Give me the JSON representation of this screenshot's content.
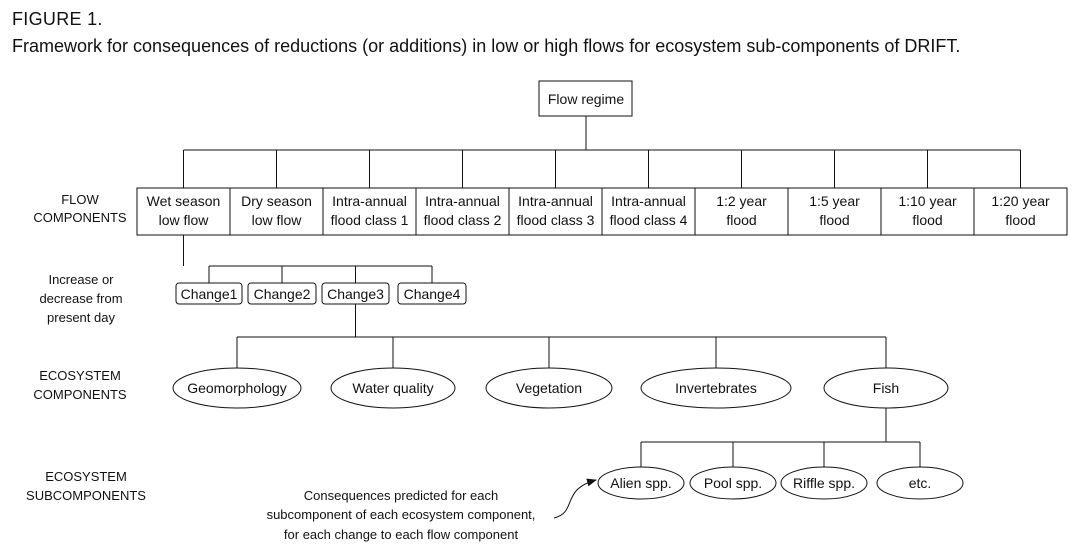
{
  "figure": {
    "label": "FIGURE 1.",
    "caption": "Framework for consequences of reductions (or additions) in low or high flows for ecosystem sub-components of DRIFT."
  },
  "diagram": {
    "root": "Flow regime",
    "row_labels": {
      "flow_components": [
        "FLOW",
        "COMPONENTS"
      ],
      "increase_decrease": [
        "Increase or",
        "decrease from",
        "present day"
      ],
      "ecosystem_components": [
        "ECOSYSTEM",
        "COMPONENTS"
      ],
      "ecosystem_subcomponents": [
        "ECOSYSTEM",
        "SUBCOMPONENTS"
      ]
    },
    "flow_components": [
      [
        "Wet season",
        "low flow"
      ],
      [
        "Dry season",
        "low flow"
      ],
      [
        "Intra-annual",
        "flood class 1"
      ],
      [
        "Intra-annual",
        "flood class 2"
      ],
      [
        "Intra-annual",
        "flood class 3"
      ],
      [
        "Intra-annual",
        "flood class 4"
      ],
      [
        "1:2 year",
        "flood"
      ],
      [
        "1:5 year",
        "flood"
      ],
      [
        "1:10 year",
        "flood"
      ],
      [
        "1:20 year",
        "flood"
      ]
    ],
    "changes": [
      "Change1",
      "Change2",
      "Change3",
      "Change4"
    ],
    "ecosystem_components": [
      "Geomorphology",
      "Water quality",
      "Vegetation",
      "Invertebrates",
      "Fish"
    ],
    "subcomponents": [
      "Alien spp.",
      "Pool spp.",
      "Riffle spp.",
      "etc."
    ],
    "annotation": [
      "Consequences predicted for each",
      "subcomponent of each ecosystem component,",
      "for each change to each flow component"
    ]
  }
}
